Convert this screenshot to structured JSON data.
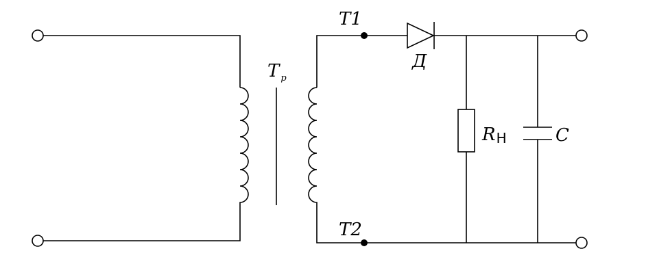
{
  "labels": {
    "transformer_main": "T",
    "transformer_sub": "р",
    "point_t1": "T1",
    "point_t2": "T2",
    "diode": "Д",
    "resistor_main": "R",
    "resistor_sub": "Н",
    "capacitor": "C"
  },
  "colors": {
    "line": "#000000",
    "background": "#ffffff"
  }
}
